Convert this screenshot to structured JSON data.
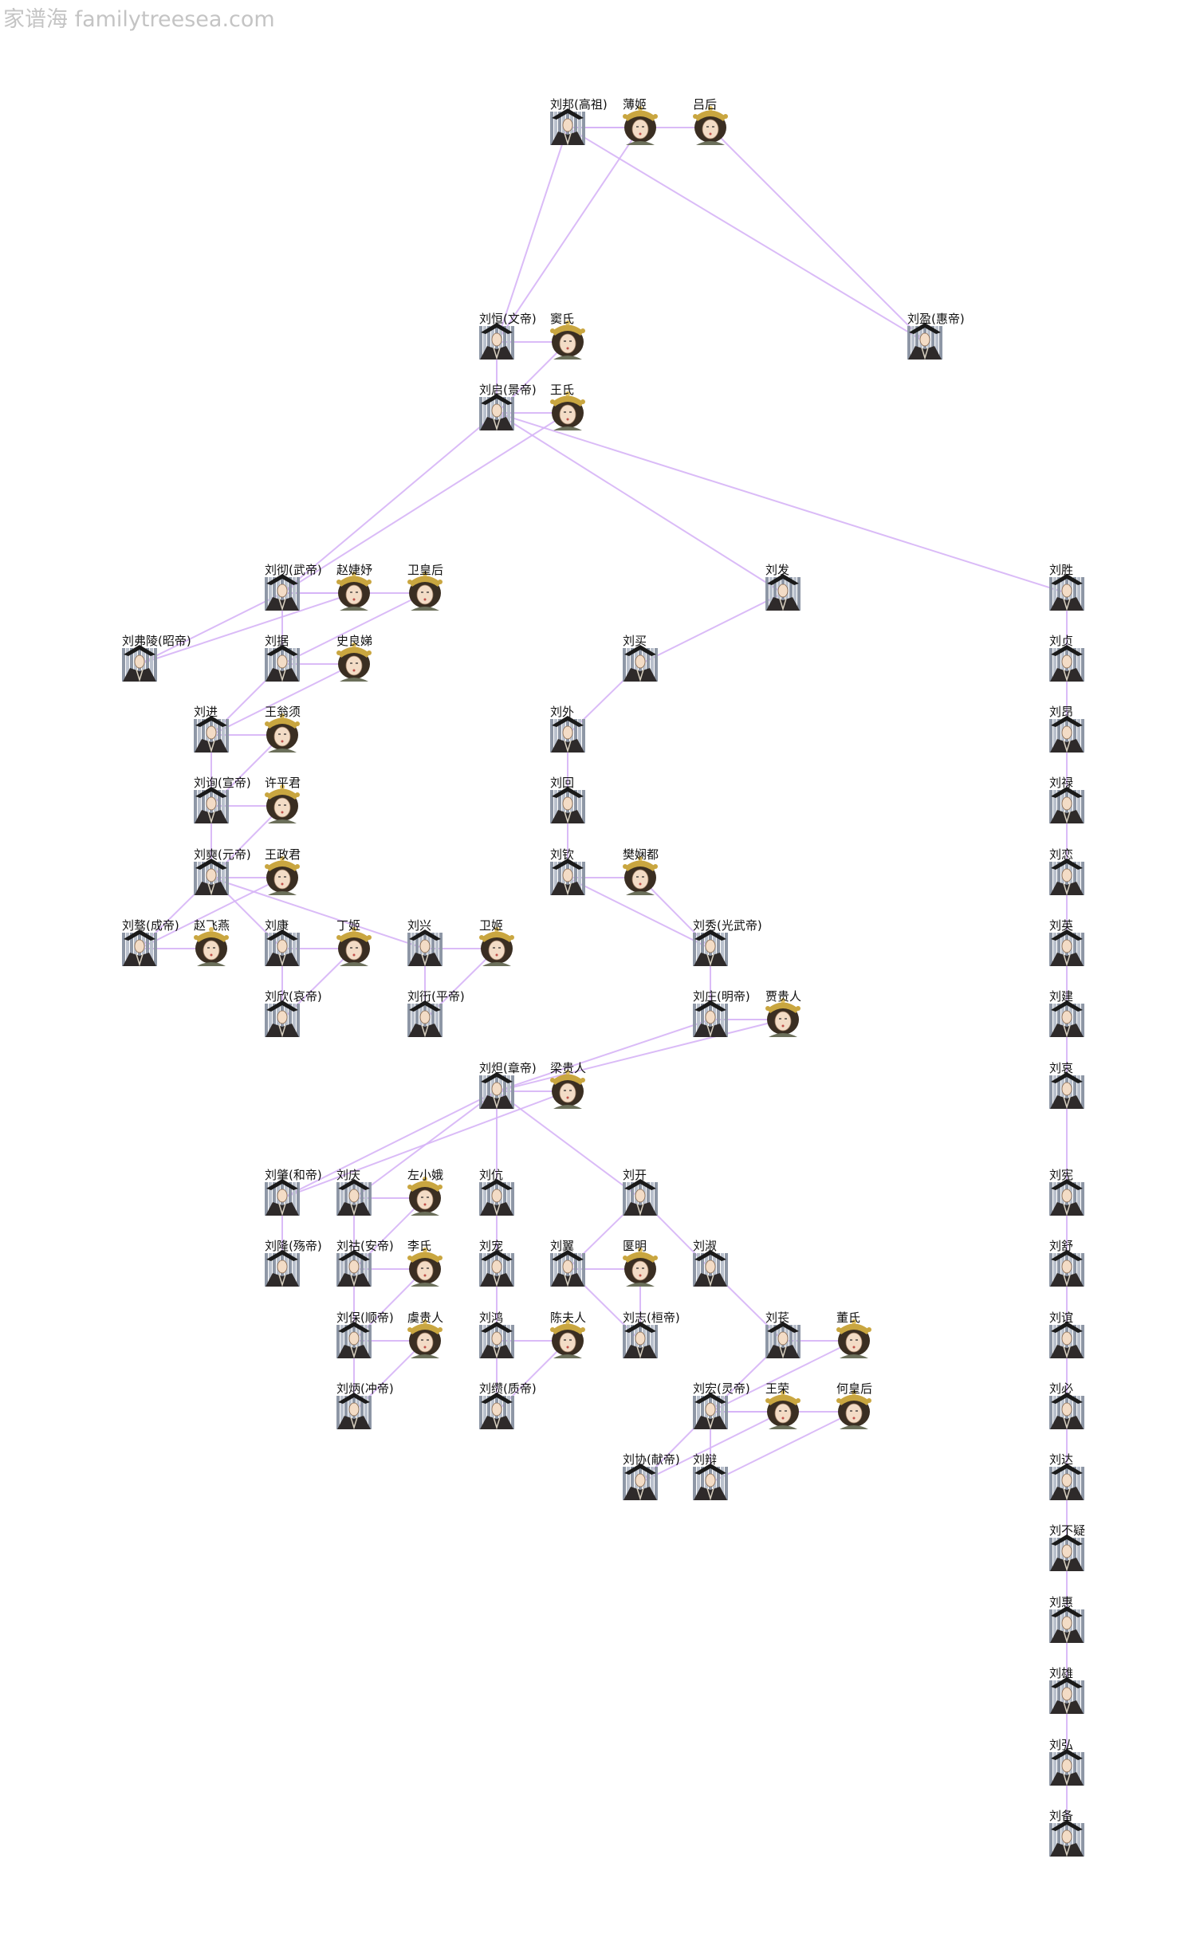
{
  "watermark": "家谱海 familytreesea.com",
  "colors": {
    "edge": "#d6b4f7",
    "male_robe": "#2e2a2a",
    "female_hair": "#3a2e22",
    "crown": "#c9a640",
    "face": "#f3dcc6"
  },
  "people": [
    {
      "id": "liubang",
      "label": "刘邦(高祖)",
      "sex": "male"
    },
    {
      "id": "boji",
      "label": "薄姬",
      "sex": "female"
    },
    {
      "id": "lvhou",
      "label": "吕后",
      "sex": "female"
    },
    {
      "id": "liuheng",
      "label": "刘恒(文帝)",
      "sex": "male"
    },
    {
      "id": "doushi",
      "label": "窦氏",
      "sex": "female"
    },
    {
      "id": "liuying",
      "label": "刘盈(惠帝)",
      "sex": "male"
    },
    {
      "id": "liuqi",
      "label": "刘启(景帝)",
      "sex": "male"
    },
    {
      "id": "wangshi",
      "label": "王氏",
      "sex": "female"
    },
    {
      "id": "liuche",
      "label": "刘彻(武帝)",
      "sex": "male"
    },
    {
      "id": "zhaojieyu",
      "label": "赵婕妤",
      "sex": "female"
    },
    {
      "id": "weihuanghou",
      "label": "卫皇后",
      "sex": "female"
    },
    {
      "id": "liufa",
      "label": "刘发",
      "sex": "male"
    },
    {
      "id": "liusheng",
      "label": "刘胜",
      "sex": "male"
    },
    {
      "id": "liufuling",
      "label": "刘弗陵(昭帝)",
      "sex": "male"
    },
    {
      "id": "liuju",
      "label": "刘据",
      "sex": "male"
    },
    {
      "id": "shiliangdi",
      "label": "史良娣",
      "sex": "female"
    },
    {
      "id": "liumai",
      "label": "刘买",
      "sex": "male"
    },
    {
      "id": "liuzhen",
      "label": "刘贞",
      "sex": "male"
    },
    {
      "id": "liujin",
      "label": "刘进",
      "sex": "male"
    },
    {
      "id": "wangwengxu",
      "label": "王翁须",
      "sex": "female"
    },
    {
      "id": "liuwai",
      "label": "刘外",
      "sex": "male"
    },
    {
      "id": "liuang",
      "label": "刘昂",
      "sex": "male"
    },
    {
      "id": "liuxun",
      "label": "刘询(宣帝)",
      "sex": "male"
    },
    {
      "id": "xupingjun",
      "label": "许平君",
      "sex": "female"
    },
    {
      "id": "liuhui",
      "label": "刘回",
      "sex": "male"
    },
    {
      "id": "liulu",
      "label": "刘禄",
      "sex": "male"
    },
    {
      "id": "liushi",
      "label": "刘奭(元帝)",
      "sex": "male"
    },
    {
      "id": "wangzhengjun",
      "label": "王政君",
      "sex": "female"
    },
    {
      "id": "liuqin",
      "label": "刘钦",
      "sex": "male"
    },
    {
      "id": "fanxiandu",
      "label": "樊娴都",
      "sex": "female"
    },
    {
      "id": "liulian",
      "label": "刘恋",
      "sex": "male"
    },
    {
      "id": "liuao",
      "label": "刘骜(成帝)",
      "sex": "male"
    },
    {
      "id": "zhaofeiyan",
      "label": "赵飞燕",
      "sex": "female"
    },
    {
      "id": "liukang",
      "label": "刘康",
      "sex": "male"
    },
    {
      "id": "dingji",
      "label": "丁姬",
      "sex": "female"
    },
    {
      "id": "liuxing",
      "label": "刘兴",
      "sex": "male"
    },
    {
      "id": "weiji",
      "label": "卫姬",
      "sex": "female"
    },
    {
      "id": "liuxiu",
      "label": "刘秀(光武帝)",
      "sex": "male"
    },
    {
      "id": "liuying2",
      "label": "刘英",
      "sex": "male"
    },
    {
      "id": "liuxin",
      "label": "刘欣(哀帝)",
      "sex": "male"
    },
    {
      "id": "liukan",
      "label": "刘衎(平帝)",
      "sex": "male"
    },
    {
      "id": "liuzhuang",
      "label": "刘庄(明帝)",
      "sex": "male"
    },
    {
      "id": "jiaguiren",
      "label": "贾贵人",
      "sex": "female"
    },
    {
      "id": "liujian",
      "label": "刘建",
      "sex": "male"
    },
    {
      "id": "liuda",
      "label": "刘炟(章帝)",
      "sex": "male"
    },
    {
      "id": "liangguiren",
      "label": "梁贵人",
      "sex": "female"
    },
    {
      "id": "liuai",
      "label": "刘哀",
      "sex": "male"
    },
    {
      "id": "liuzhao",
      "label": "刘肇(和帝)",
      "sex": "male"
    },
    {
      "id": "liuqing",
      "label": "刘庆",
      "sex": "male"
    },
    {
      "id": "zuoxiao",
      "label": "左小娥",
      "sex": "female"
    },
    {
      "id": "liukang2",
      "label": "刘伉",
      "sex": "male"
    },
    {
      "id": "liukai",
      "label": "刘开",
      "sex": "male"
    },
    {
      "id": "liuxian",
      "label": "刘宪",
      "sex": "male"
    },
    {
      "id": "liulong",
      "label": "刘隆(殇帝)",
      "sex": "male"
    },
    {
      "id": "liuhu",
      "label": "刘祜(安帝)",
      "sex": "male"
    },
    {
      "id": "lishi",
      "label": "李氏",
      "sex": "female"
    },
    {
      "id": "liuchong",
      "label": "刘宠",
      "sex": "male"
    },
    {
      "id": "liuyi",
      "label": "刘翼",
      "sex": "male"
    },
    {
      "id": "yanming",
      "label": "匽明",
      "sex": "female"
    },
    {
      "id": "liushu",
      "label": "刘淑",
      "sex": "male"
    },
    {
      "id": "liushu2",
      "label": "刘舒",
      "sex": "male"
    },
    {
      "id": "liubao",
      "label": "刘保(顺帝)",
      "sex": "male"
    },
    {
      "id": "yuguiren",
      "label": "虞贵人",
      "sex": "female"
    },
    {
      "id": "liuhong",
      "label": "刘鸿",
      "sex": "male"
    },
    {
      "id": "chenfuren",
      "label": "陈夫人",
      "sex": "female"
    },
    {
      "id": "liuzhi",
      "label": "刘志(桓帝)",
      "sex": "male"
    },
    {
      "id": "liuchang",
      "label": "刘苌",
      "sex": "male"
    },
    {
      "id": "dongshi",
      "label": "董氏",
      "sex": "female"
    },
    {
      "id": "liuyi2",
      "label": "刘谊",
      "sex": "male"
    },
    {
      "id": "liubing",
      "label": "刘炳(冲帝)",
      "sex": "male"
    },
    {
      "id": "liuzuan",
      "label": "刘缵(质帝)",
      "sex": "male"
    },
    {
      "id": "liuhong2",
      "label": "刘宏(灵帝)",
      "sex": "male"
    },
    {
      "id": "wangrong",
      "label": "王荣",
      "sex": "female"
    },
    {
      "id": "hehuanghou",
      "label": "何皇后",
      "sex": "female"
    },
    {
      "id": "liubi",
      "label": "刘必",
      "sex": "male"
    },
    {
      "id": "liuxie",
      "label": "刘协(献帝)",
      "sex": "male"
    },
    {
      "id": "liubian",
      "label": "刘辩",
      "sex": "male"
    },
    {
      "id": "liuda2",
      "label": "刘达",
      "sex": "male"
    },
    {
      "id": "liubuyi",
      "label": "刘不疑",
      "sex": "male"
    },
    {
      "id": "liuhui2",
      "label": "刘惠",
      "sex": "male"
    },
    {
      "id": "liuxiong",
      "label": "刘雄",
      "sex": "male"
    },
    {
      "id": "liuhong3",
      "label": "刘弘",
      "sex": "male"
    },
    {
      "id": "liubei",
      "label": "刘备",
      "sex": "male"
    }
  ],
  "relations": [
    [
      "liubang",
      "boji"
    ],
    [
      "liubang",
      "lvhou"
    ],
    [
      "liubang",
      "liuheng"
    ],
    [
      "boji",
      "liuheng"
    ],
    [
      "liubang",
      "liuying"
    ],
    [
      "lvhou",
      "liuying"
    ],
    [
      "liuheng",
      "doushi"
    ],
    [
      "liuheng",
      "liuqi"
    ],
    [
      "doushi",
      "liuqi"
    ],
    [
      "liuqi",
      "wangshi"
    ],
    [
      "liuqi",
      "liuche"
    ],
    [
      "wangshi",
      "liuche"
    ],
    [
      "liuqi",
      "liufa"
    ],
    [
      "liuqi",
      "liusheng"
    ],
    [
      "liuche",
      "zhaojieyu"
    ],
    [
      "liuche",
      "weihuanghou"
    ],
    [
      "liuche",
      "liufuling"
    ],
    [
      "zhaojieyu",
      "liufuling"
    ],
    [
      "liuche",
      "liuju"
    ],
    [
      "weihuanghou",
      "liuju"
    ],
    [
      "liuju",
      "shiliangdi"
    ],
    [
      "liuju",
      "liujin"
    ],
    [
      "shiliangdi",
      "liujin"
    ],
    [
      "liujin",
      "wangwengxu"
    ],
    [
      "liujin",
      "liuxun"
    ],
    [
      "wangwengxu",
      "liuxun"
    ],
    [
      "liuxun",
      "xupingjun"
    ],
    [
      "liuxun",
      "liushi"
    ],
    [
      "xupingjun",
      "liushi"
    ],
    [
      "liushi",
      "wangzhengjun"
    ],
    [
      "liushi",
      "liuao"
    ],
    [
      "wangzhengjun",
      "liuao"
    ],
    [
      "liushi",
      "liukang"
    ],
    [
      "liushi",
      "liuxing"
    ],
    [
      "liuao",
      "zhaofeiyan"
    ],
    [
      "liukang",
      "dingji"
    ],
    [
      "liukang",
      "liuxin"
    ],
    [
      "dingji",
      "liuxin"
    ],
    [
      "liuxing",
      "weiji"
    ],
    [
      "liuxing",
      "liukan"
    ],
    [
      "weiji",
      "liukan"
    ],
    [
      "liufa",
      "liumai"
    ],
    [
      "liumai",
      "liuwai"
    ],
    [
      "liuwai",
      "liuhui"
    ],
    [
      "liuhui",
      "liuqin"
    ],
    [
      "liuqin",
      "fanxiandu"
    ],
    [
      "liuqin",
      "liuxiu"
    ],
    [
      "fanxiandu",
      "liuxiu"
    ],
    [
      "liuxiu",
      "liuzhuang"
    ],
    [
      "liuzhuang",
      "jiaguiren"
    ],
    [
      "liuzhuang",
      "liuda"
    ],
    [
      "jiaguiren",
      "liuda"
    ],
    [
      "liuda",
      "liangguiren"
    ],
    [
      "liuda",
      "liuzhao"
    ],
    [
      "liangguiren",
      "liuzhao"
    ],
    [
      "liuda",
      "liuqing"
    ],
    [
      "liuda",
      "liukang2"
    ],
    [
      "liuda",
      "liukai"
    ],
    [
      "liuqing",
      "zuoxiao"
    ],
    [
      "liuzhao",
      "liulong"
    ],
    [
      "liuqing",
      "liuhu"
    ],
    [
      "zuoxiao",
      "liuhu"
    ],
    [
      "liukang2",
      "liuchong"
    ],
    [
      "liukai",
      "liuyi"
    ],
    [
      "liukai",
      "liushu"
    ],
    [
      "liuhu",
      "lishi"
    ],
    [
      "liuhu",
      "liubao"
    ],
    [
      "lishi",
      "liubao"
    ],
    [
      "liubao",
      "yuguiren"
    ],
    [
      "liubao",
      "liubing"
    ],
    [
      "yuguiren",
      "liubing"
    ],
    [
      "liuchong",
      "liuhong"
    ],
    [
      "liuhong",
      "chenfuren"
    ],
    [
      "liuhong",
      "liuzuan"
    ],
    [
      "chenfuren",
      "liuzuan"
    ],
    [
      "liuyi",
      "yanming"
    ],
    [
      "liuyi",
      "liuzhi"
    ],
    [
      "yanming",
      "liuzhi"
    ],
    [
      "liushu",
      "liuchang"
    ],
    [
      "liuchang",
      "dongshi"
    ],
    [
      "liuchang",
      "liuhong2"
    ],
    [
      "dongshi",
      "liuhong2"
    ],
    [
      "liuhong2",
      "wangrong"
    ],
    [
      "liuhong2",
      "hehuanghou"
    ],
    [
      "liuhong2",
      "liuxie"
    ],
    [
      "wangrong",
      "liuxie"
    ],
    [
      "liuhong2",
      "liubian"
    ],
    [
      "hehuanghou",
      "liubian"
    ],
    [
      "liusheng",
      "liuzhen"
    ],
    [
      "liuzhen",
      "liuang"
    ],
    [
      "liuang",
      "liulu"
    ],
    [
      "liulu",
      "liulian"
    ],
    [
      "liulian",
      "liuying2"
    ],
    [
      "liuying2",
      "liujian"
    ],
    [
      "liujian",
      "liuai"
    ],
    [
      "liuai",
      "liuxian"
    ],
    [
      "liuxian",
      "liushu2"
    ],
    [
      "liushu2",
      "liuyi2"
    ],
    [
      "liuyi2",
      "liubi"
    ],
    [
      "liubi",
      "liuda2"
    ],
    [
      "liuda2",
      "liubuyi"
    ],
    [
      "liubuyi",
      "liuhui2"
    ],
    [
      "liuhui2",
      "liuxiong"
    ],
    [
      "liuxiong",
      "liuhong3"
    ],
    [
      "liuhong3",
      "liubei"
    ]
  ]
}
